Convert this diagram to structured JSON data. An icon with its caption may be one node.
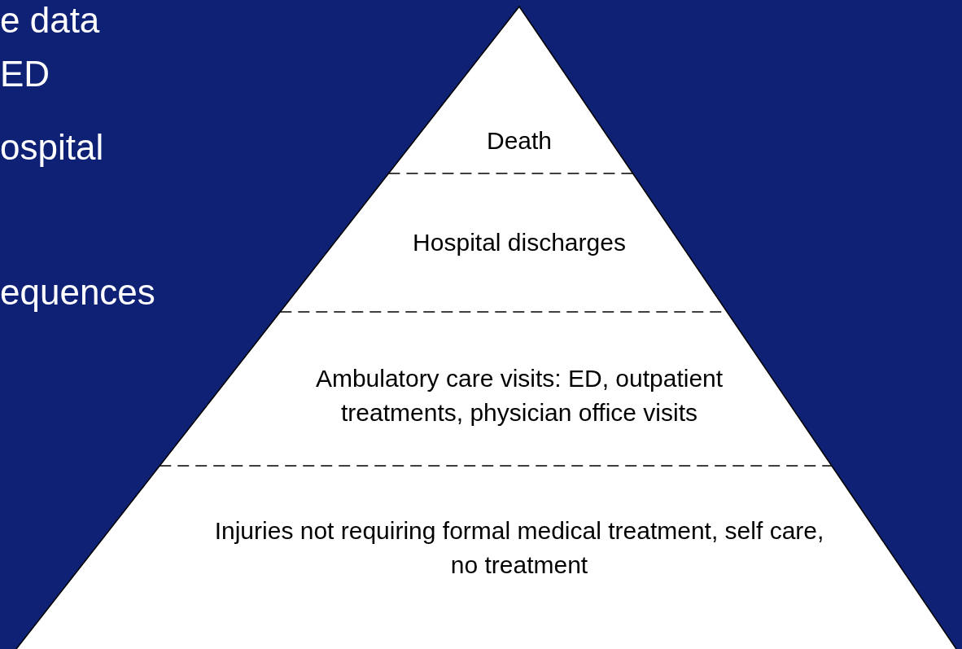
{
  "diagram": {
    "nodes": [
      {
        "text": [
          "Death"
        ]
      },
      {
        "text": [
          "Hospital discharges"
        ]
      },
      {
        "text": [
          "Ambulatory care visits: ED, outpatient treatments, physician office visits"
        ]
      },
      {
        "text": [
          "Injuries not requiring formal medical treatment, self care, no treatment"
        ]
      }
    ],
    "labels": [
      "e data",
      "ED",
      "ospital",
      "equences"
    ]
  }
}
